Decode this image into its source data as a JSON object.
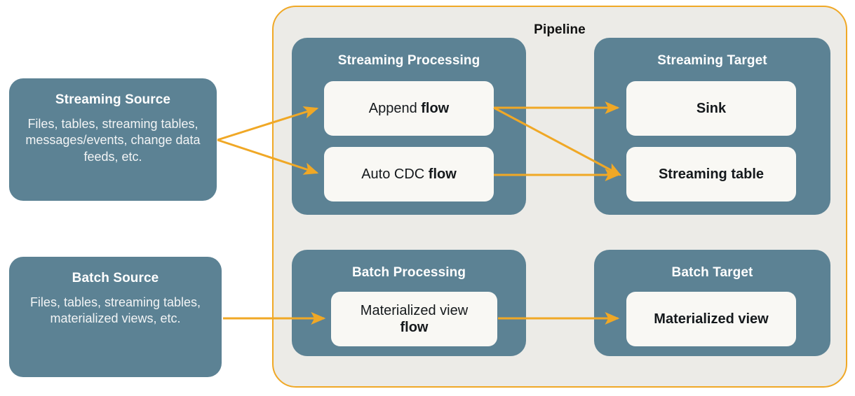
{
  "diagram": {
    "title": "Pipeline",
    "accent_color": "#f0a826",
    "group_color": "#5c8294",
    "card_color": "#f9f8f4",
    "container_bg": "#ecebe7"
  },
  "sources": [
    {
      "id": "streaming-source",
      "title": "Streaming Source",
      "description": "Files, tables, streaming tables, messages/events, change data feeds, etc."
    },
    {
      "id": "batch-source",
      "title": "Batch Source",
      "description": "Files, tables, streaming tables, materialized views, etc."
    }
  ],
  "groups": [
    {
      "id": "streaming-processing",
      "title": "Streaming Processing",
      "cards": [
        {
          "id": "append-flow",
          "prefix": "Append ",
          "bold": "flow"
        },
        {
          "id": "auto-cdc-flow",
          "prefix": "Auto CDC ",
          "bold": "flow"
        }
      ]
    },
    {
      "id": "streaming-target",
      "title": "Streaming Target",
      "cards": [
        {
          "id": "sink",
          "prefix": "",
          "bold": "Sink"
        },
        {
          "id": "streaming-table",
          "prefix": "",
          "bold": "Streaming table"
        }
      ]
    },
    {
      "id": "batch-processing",
      "title": "Batch Processing",
      "cards": [
        {
          "id": "materialized-view-flow",
          "prefix": "Materialized view",
          "bold": "flow"
        }
      ]
    },
    {
      "id": "batch-target",
      "title": "Batch Target",
      "cards": [
        {
          "id": "materialized-view",
          "prefix": "",
          "bold": "Materialized view"
        }
      ]
    }
  ],
  "connections": [
    {
      "id": "streaming-source-to-append-flow",
      "from": "streaming-source",
      "to": "append-flow"
    },
    {
      "id": "streaming-source-to-auto-cdc-flow",
      "from": "streaming-source",
      "to": "auto-cdc-flow"
    },
    {
      "id": "append-flow-to-sink",
      "from": "append-flow",
      "to": "sink"
    },
    {
      "id": "append-flow-to-streaming-table",
      "from": "append-flow",
      "to": "streaming-table"
    },
    {
      "id": "auto-cdc-flow-to-streaming-table",
      "from": "auto-cdc-flow",
      "to": "streaming-table"
    },
    {
      "id": "batch-source-to-materialized-view-flow",
      "from": "batch-source",
      "to": "materialized-view-flow"
    },
    {
      "id": "materialized-view-flow-to-materialized-view",
      "from": "materialized-view-flow",
      "to": "materialized-view"
    }
  ]
}
